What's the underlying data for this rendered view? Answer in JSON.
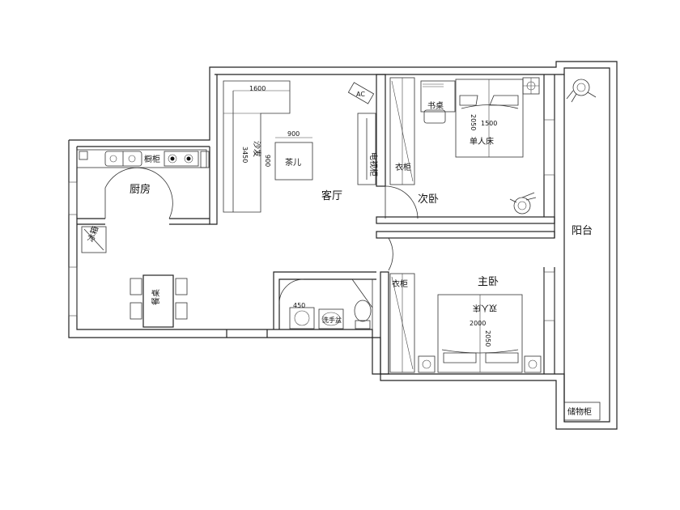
{
  "rooms": {
    "kitchen": "厨房",
    "living": "客厅",
    "second_bedroom": "次卧",
    "master_bedroom": "主卧",
    "balcony": "阳台"
  },
  "furniture": {
    "cabinet": "橱柜",
    "fridge": "冰箱",
    "dining_table": "餐桌",
    "sofa": "沙发",
    "tea_table": "茶儿",
    "tv_cabinet": "电视柜",
    "wardrobe_second": "衣柜",
    "wardrobe_master": "衣柜",
    "desk": "书桌",
    "single_bed": "单人床",
    "double_bed": "双人床",
    "storage": "储物柜",
    "ac": "AC",
    "basin": "洗手盆"
  },
  "dimensions": {
    "sofa_width": "1600",
    "sofa_length": "3450",
    "sofa_depth": "900",
    "tea_width": "900",
    "single_bed_length": "2050",
    "single_bed_width": "1500",
    "double_bed_width": "2000",
    "double_bed_length": "2050",
    "basin_width": "450"
  }
}
